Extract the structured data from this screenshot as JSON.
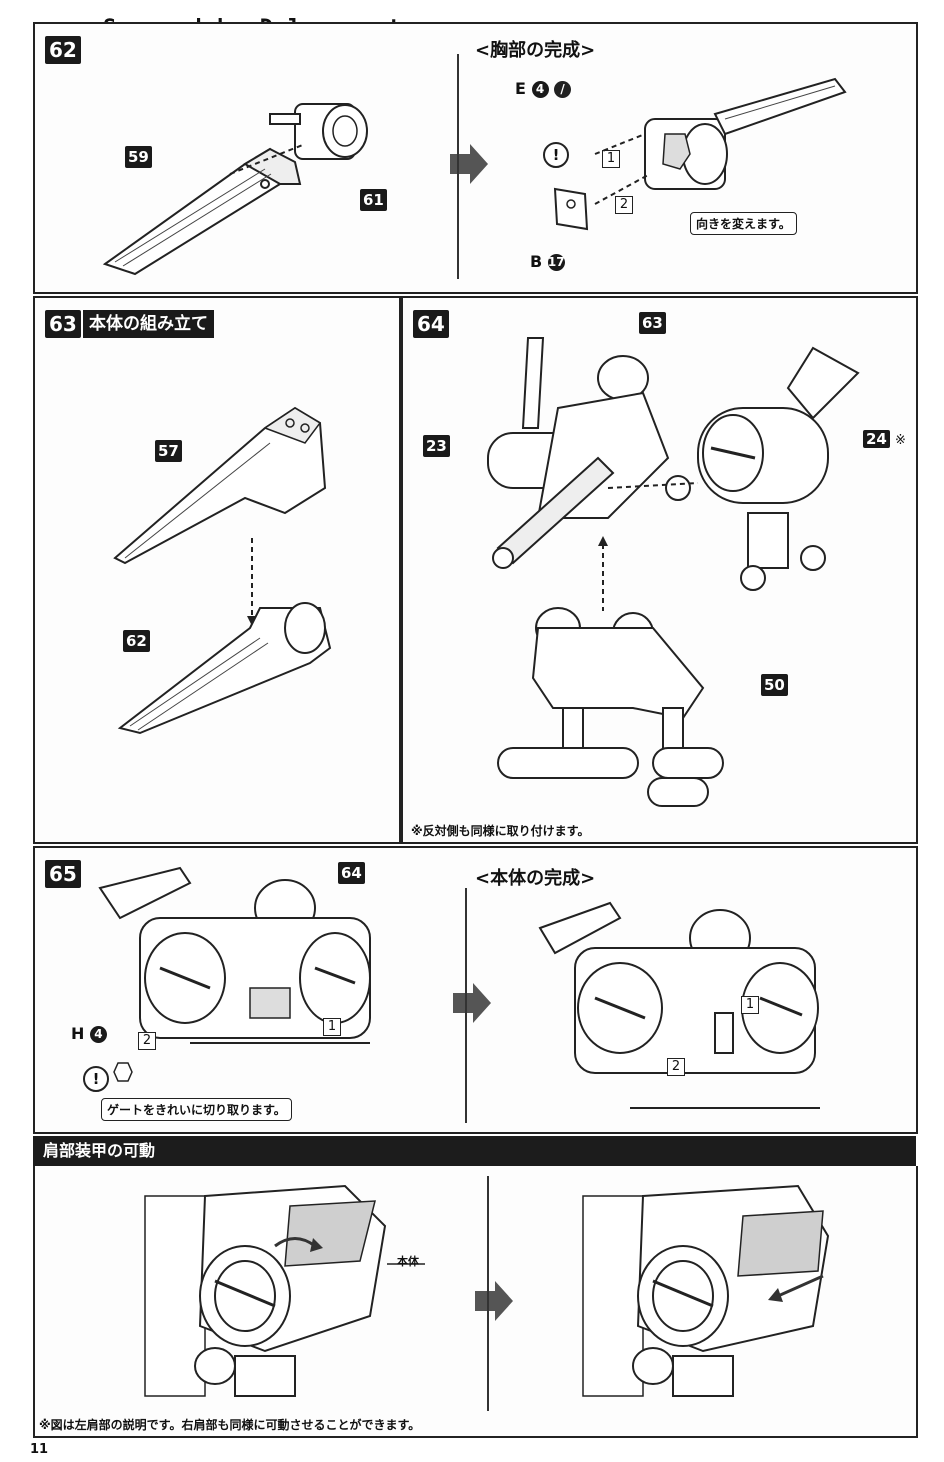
{
  "watermark": "Scanned by Dalong.net",
  "page_number": "11",
  "step62": {
    "num": "62",
    "title": "<胸部の完成>",
    "parts": [
      "59",
      "61"
    ],
    "e_label": "E",
    "e_num": "4",
    "b_label": "B",
    "b_num": "17",
    "steps": [
      "1",
      "2"
    ],
    "callout": "向きを変えます。"
  },
  "step63": {
    "num": "63",
    "title": "本体の組み立て",
    "parts": [
      "57",
      "62"
    ]
  },
  "step64": {
    "num": "64",
    "parts": [
      "63",
      "23",
      "24",
      "50"
    ],
    "mark": "※",
    "note": "※反対側も同様に取り付けます。"
  },
  "step65": {
    "num": "65",
    "part": "64",
    "title": "<本体の完成>",
    "h_label": "H",
    "h_num": "4",
    "steps": [
      "1",
      "2"
    ],
    "callout": "ゲートをきれいに切り取ります。"
  },
  "shoulder": {
    "banner": "肩部装甲の可動",
    "label": "本体",
    "note": "※図は左肩部の説明です。右肩部も同様に可動させることができます。"
  },
  "warn_symbol": "!"
}
